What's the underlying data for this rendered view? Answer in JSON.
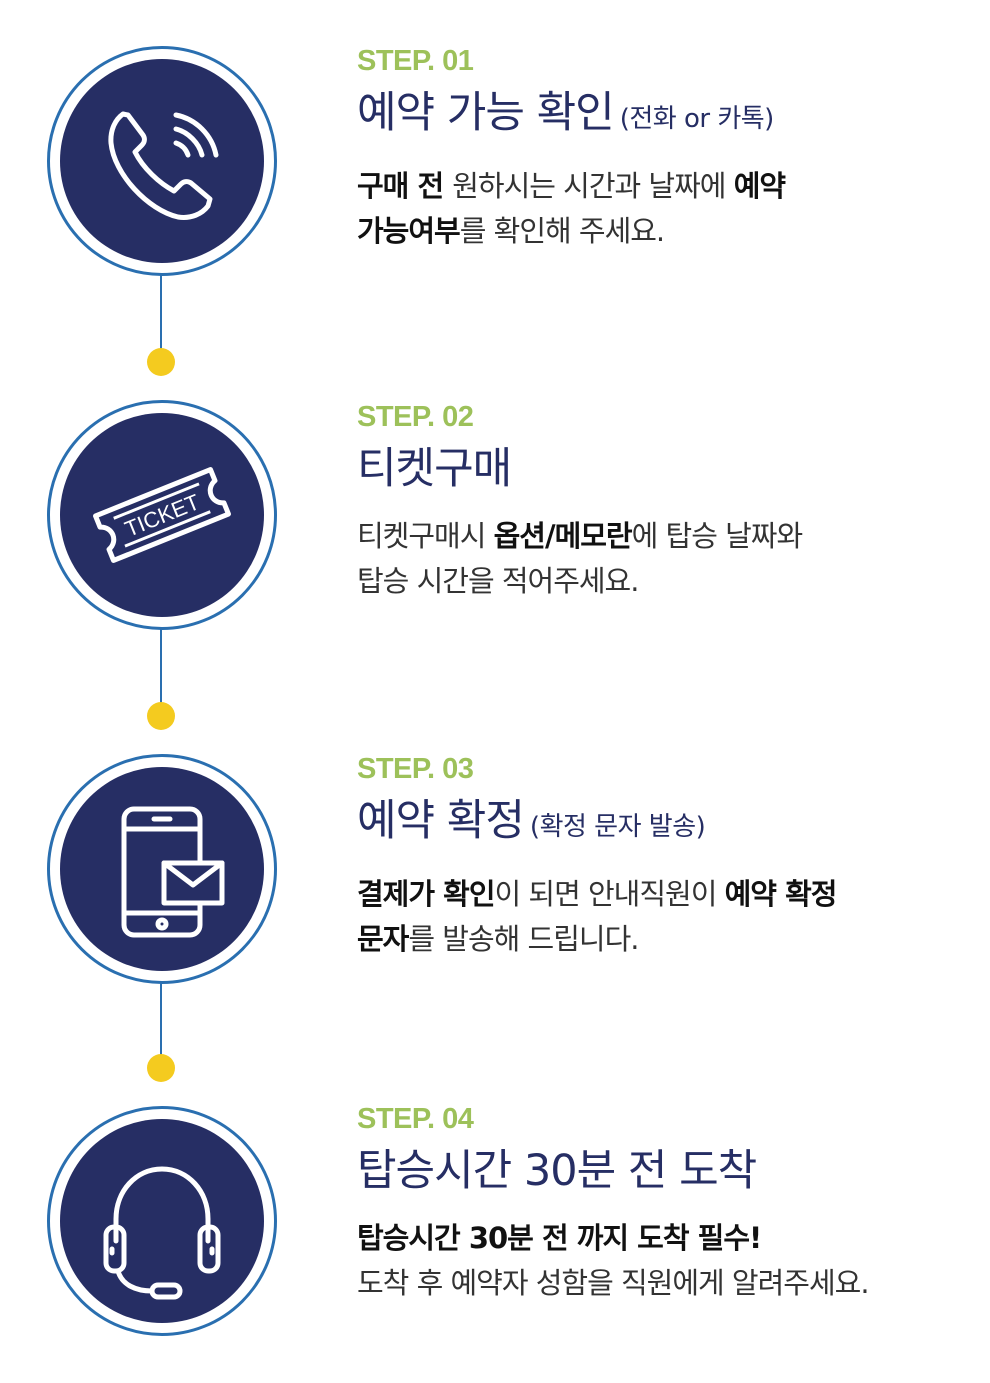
{
  "colors": {
    "navy": "#262e64",
    "ring": "#2a6fb0",
    "step_green": "#9dc15a",
    "dot_yellow": "#f4cb1f"
  },
  "steps": [
    {
      "label": "STEP. 01",
      "title": "예약 가능 확인",
      "subtitle": "(전화 or 카톡)",
      "desc1_a": "구매 전 ",
      "desc1_b": "원하시는 시간과 날짜에 ",
      "desc1_c": "예약",
      "desc2_a": "가능여부",
      "desc2_b": "를 확인해 주세요.",
      "icon": "phone-icon"
    },
    {
      "label": "STEP. 02",
      "title": "티켓구매",
      "desc1_a": "티켓구매시 ",
      "desc1_b": "옵션/메모란",
      "desc1_c": "에 탑승 날짜와",
      "desc2_a": "탑승 시간을 적어주세요.",
      "icon": "ticket-icon",
      "icon_text": "TICKET"
    },
    {
      "label": "STEP. 03",
      "title": "예약 확정",
      "subtitle": "(확정 문자 발송)",
      "desc1_a": "결제가 확인",
      "desc1_b": "이 되면 안내직원이 ",
      "desc1_c": "예약 확정",
      "desc2_a": "문자",
      "desc2_b": "를 발송해 드립니다.",
      "icon": "smartphone-message-icon"
    },
    {
      "label": "STEP. 04",
      "title": "탑승시간 30분 전 도착",
      "desc1_a": "탑승시간 30분 전 까지 도착 필수!",
      "desc2_a": "도착 후 예약자 성함을 직원에게 알려주세요.",
      "icon": "headset-icon"
    }
  ]
}
